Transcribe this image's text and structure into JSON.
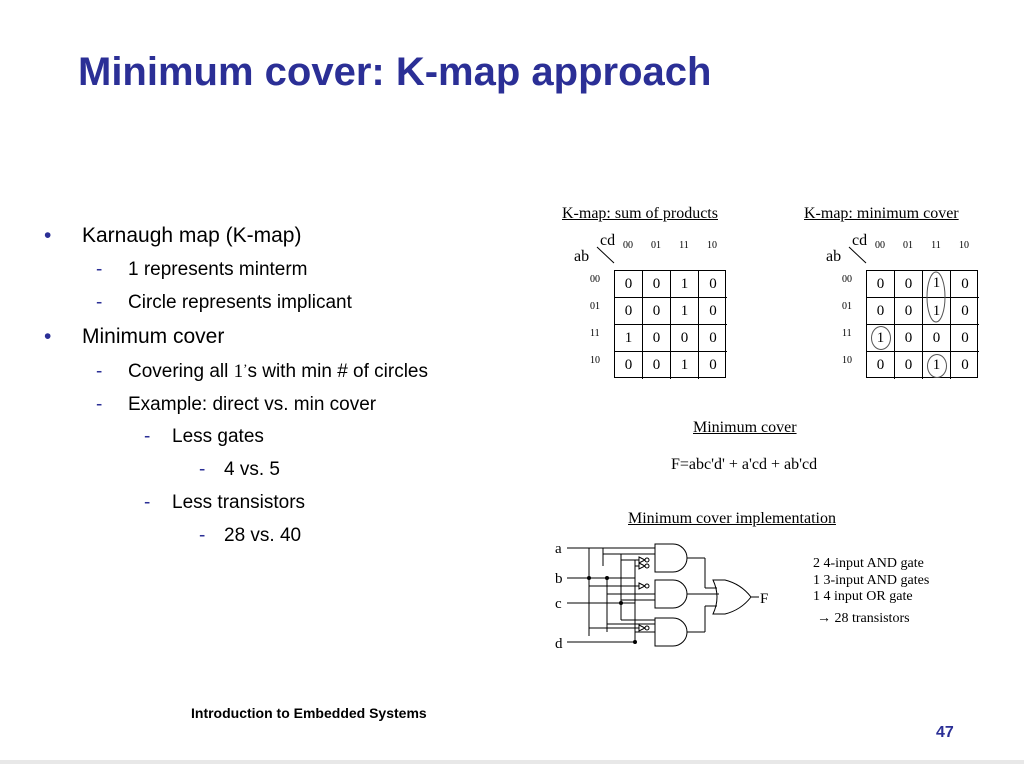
{
  "title": "Minimum cover: K-map approach",
  "bullets": [
    {
      "level": 1,
      "marker": "•",
      "text": "Karnaugh map (K-map)"
    },
    {
      "level": 2,
      "marker": "-",
      "text": "1 represents minterm"
    },
    {
      "level": 2,
      "marker": "-",
      "text": "Circle represents implicant"
    },
    {
      "level": 1,
      "marker": "•",
      "text": "Minimum cover"
    },
    {
      "level": 2,
      "marker": "-",
      "text": "Covering all 1’s with min # of circles"
    },
    {
      "level": 2,
      "marker": "-",
      "text": "Example: direct vs. min cover"
    },
    {
      "level": 3,
      "marker": "-",
      "text": "Less gates"
    },
    {
      "level": 4,
      "marker": "-",
      "text": "4 vs. 5"
    },
    {
      "level": 3,
      "marker": "-",
      "text": "Less transistors"
    },
    {
      "level": 4,
      "marker": "-",
      "text": "28 vs. 40"
    }
  ],
  "covering_prefix": "Covering all ",
  "covering_one": "1",
  "covering_apos": "’",
  "covering_suffix": "s with min # of circles",
  "kmap_sop": {
    "caption": "K-map: sum of products",
    "row_var": "ab",
    "col_var": "cd",
    "col_headers": [
      "00",
      "01",
      "11",
      "10"
    ],
    "row_headers": [
      "00",
      "01",
      "11",
      "10"
    ],
    "cells": [
      [
        "0",
        "0",
        "1",
        "0"
      ],
      [
        "0",
        "0",
        "1",
        "0"
      ],
      [
        "1",
        "0",
        "0",
        "0"
      ],
      [
        "0",
        "0",
        "1",
        "0"
      ]
    ]
  },
  "kmap_min": {
    "caption": "K-map: minimum cover",
    "row_var": "ab",
    "col_var": "cd",
    "col_headers": [
      "00",
      "01",
      "11",
      "10"
    ],
    "row_headers": [
      "00",
      "01",
      "11",
      "10"
    ],
    "cells": [
      [
        "0",
        "0",
        "1",
        "0"
      ],
      [
        "0",
        "0",
        "1",
        "0"
      ],
      [
        "1",
        "0",
        "0",
        "0"
      ],
      [
        "0",
        "0",
        "1",
        "0"
      ]
    ]
  },
  "minimum_cover_heading": "Minimum cover",
  "formula": "F=abc'd' + a'cd + ab'cd",
  "implementation_heading": "Minimum cover implementation",
  "circuit_inputs": [
    "a",
    "b",
    "c",
    "d"
  ],
  "circuit_output": "F",
  "implementation_notes": [
    "2 4-input AND gate",
    "1 3-input AND gates",
    "1 4 input OR gate",
    "→ 28 transistors"
  ],
  "footer": "Introduction to Embedded Systems",
  "page_number": "47",
  "colors": {
    "title": "#2b2f96",
    "bullet_marker": "#2b2f96",
    "text": "#000000"
  }
}
